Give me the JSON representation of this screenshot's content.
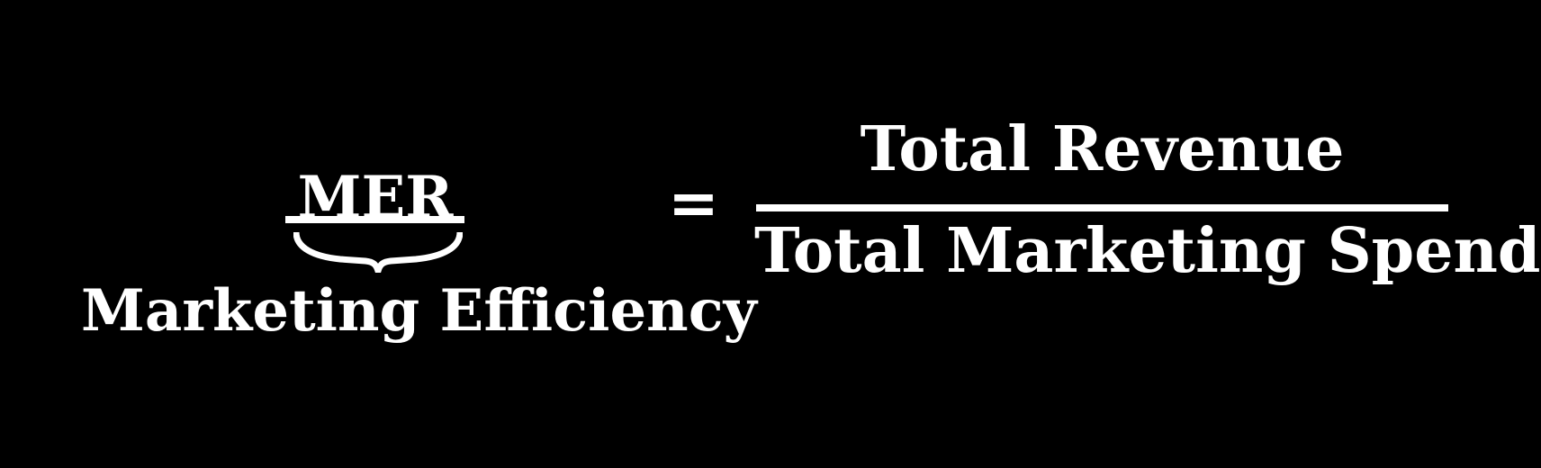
{
  "colors": {
    "background": "#000000",
    "text": "#ffffff"
  },
  "equation": {
    "lhs_term": "MER",
    "lhs_annotation": "Marketing Efficiency",
    "equals_sign": "=",
    "fraction": {
      "numerator": "Total Revenue",
      "denominator": "Total Marketing Spend"
    }
  }
}
